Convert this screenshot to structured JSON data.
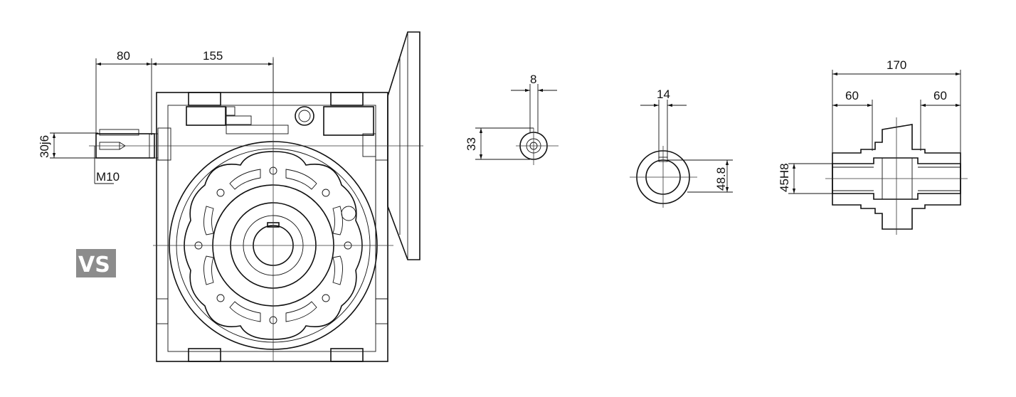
{
  "main_view": {
    "dim_shaft_length": "80",
    "dim_center_distance": "155",
    "dim_shaft_fit": "30j6",
    "thread_label": "M10"
  },
  "badge": {
    "label": "VS"
  },
  "key_detail_small": {
    "dim_key_width": "8",
    "dim_height": "33"
  },
  "key_detail_hollow": {
    "dim_key_width": "14",
    "dim_height": "48.8"
  },
  "section_view": {
    "dim_total_length": "170",
    "dim_left_length": "60",
    "dim_right_length": "60",
    "dim_bore_fit": "45H8"
  }
}
